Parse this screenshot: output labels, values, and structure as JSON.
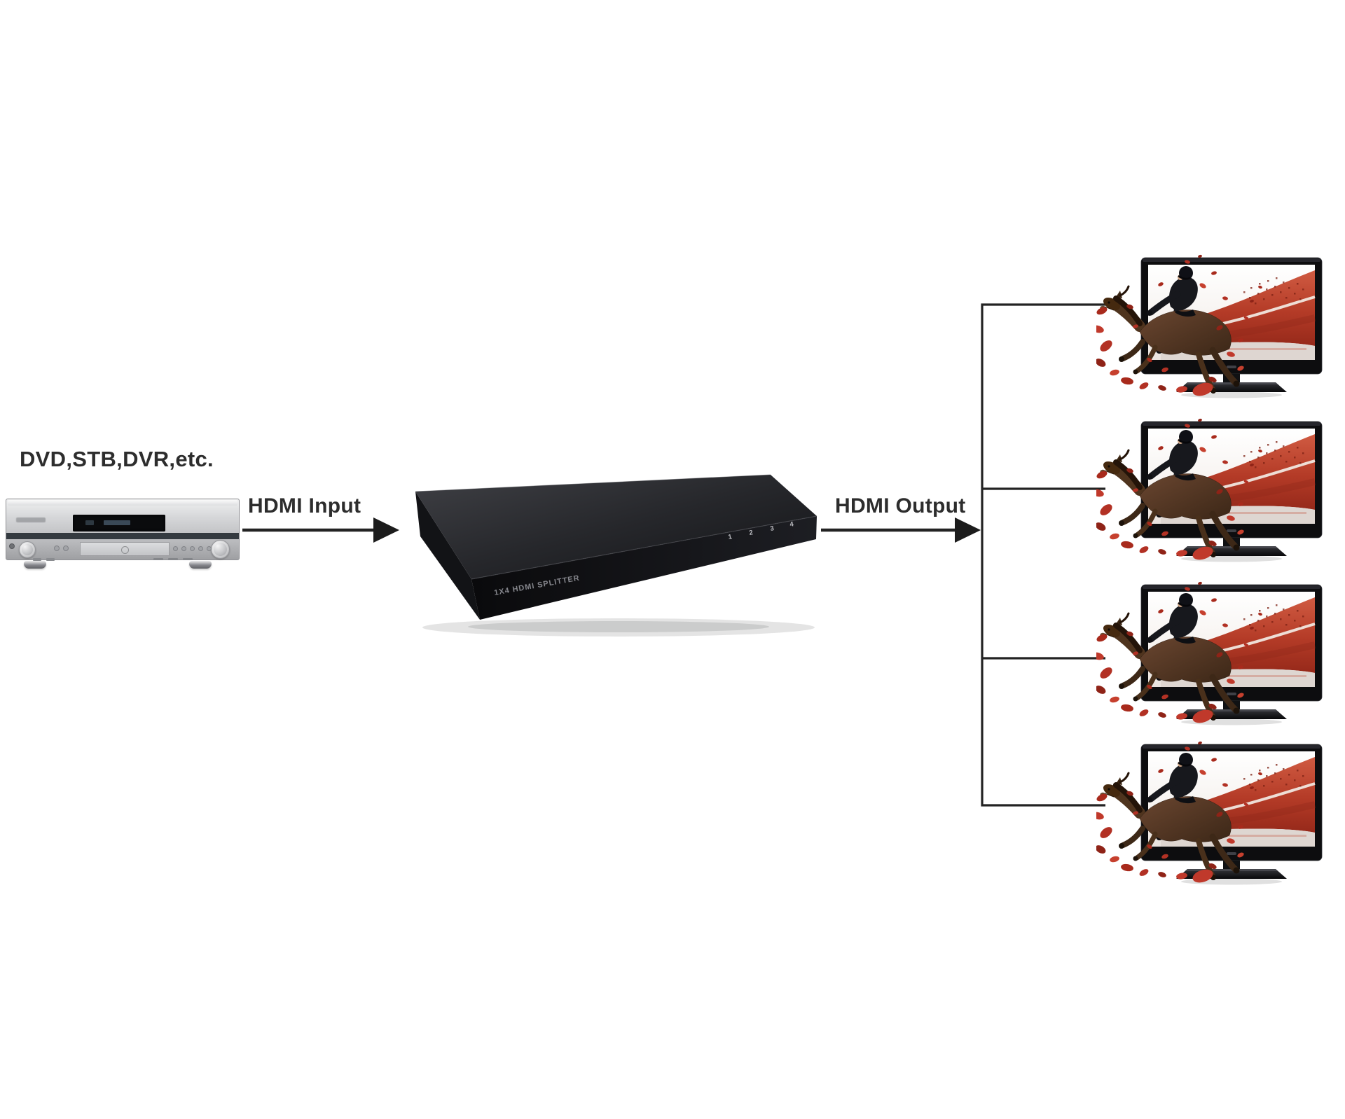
{
  "labels": {
    "source": "DVD,STB,DVR,etc.",
    "input": "HDMI Input",
    "output": "HDMI Output"
  },
  "splitter": {
    "front_text": "1X4 HDMI SPLITTER",
    "leds": [
      "1",
      "2",
      "3",
      "4"
    ]
  },
  "outputs_count": 4,
  "colors": {
    "background": "#ffffff",
    "label_text": "#2d2d2d",
    "connector_line": "#232323",
    "splitter_body": "#1b1c20",
    "tv_bezel": "#0d0d0f",
    "stadium_red": "#b5402f",
    "petal_red": "#b23124",
    "dvd_silver": "#c9cacc"
  }
}
